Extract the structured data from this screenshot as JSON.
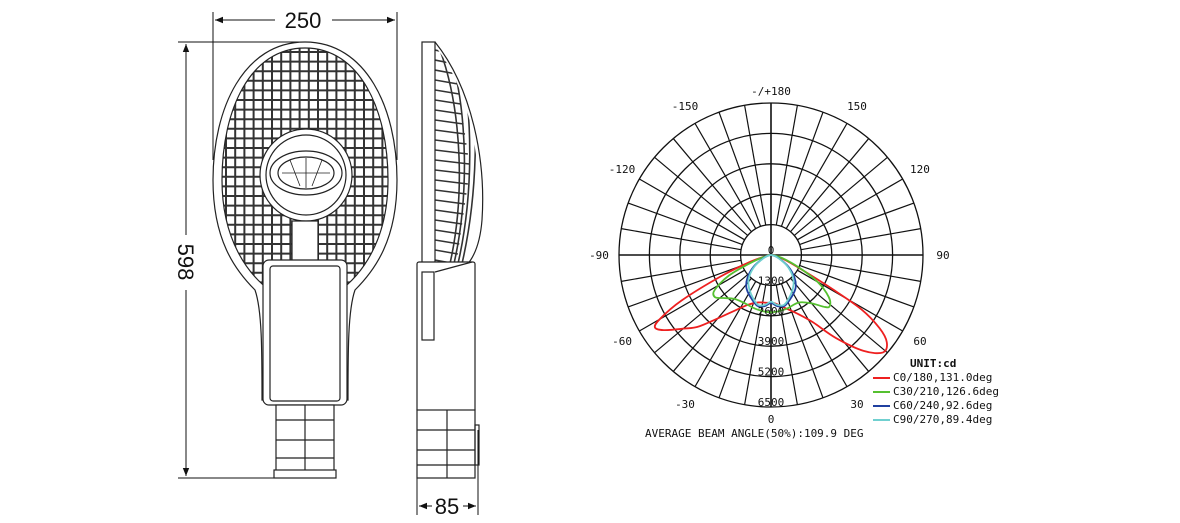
{
  "drawing": {
    "dimension_width": "250",
    "dimension_height": "598",
    "dimension_depth": "85"
  },
  "chart_data": {
    "type": "polar",
    "unit_label": "UNIT:cd",
    "radial_max": 6500,
    "radial_ticks": [
      "0",
      "1300",
      "2600",
      "3900",
      "5200",
      "6500"
    ],
    "radial_tick_values": [
      0,
      1300,
      2600,
      3900,
      5200,
      6500
    ],
    "angle_labels": [
      {
        "text": "-/+180",
        "angle": 180
      },
      {
        "text": "150",
        "angle": 150
      },
      {
        "text": "-150",
        "angle": -150
      },
      {
        "text": "120",
        "angle": 120
      },
      {
        "text": "-120",
        "angle": -120
      },
      {
        "text": "90",
        "angle": 90
      },
      {
        "text": "-90",
        "angle": -90
      },
      {
        "text": "60",
        "angle": 60
      },
      {
        "text": "-60",
        "angle": -60
      },
      {
        "text": "30",
        "angle": 30
      },
      {
        "text": "-30",
        "angle": -30
      },
      {
        "text": "0",
        "angle": 0
      }
    ],
    "footer": "AVERAGE BEAM ANGLE(50%):109.9 DEG",
    "series": [
      {
        "name": "C0/180,131.0deg",
        "color": "#ee2020",
        "points": [
          [
            -90,
            0
          ],
          [
            -80,
            150
          ],
          [
            -72,
            900
          ],
          [
            -67,
            2300
          ],
          [
            -63,
            4300
          ],
          [
            -60,
            5500
          ],
          [
            -58,
            5850
          ],
          [
            -55,
            5600
          ],
          [
            -50,
            4900
          ],
          [
            -45,
            4300
          ],
          [
            -35,
            3000
          ],
          [
            -25,
            2350
          ],
          [
            -15,
            2100
          ],
          [
            -5,
            2050
          ],
          [
            0,
            2050
          ],
          [
            5,
            2080
          ],
          [
            15,
            2350
          ],
          [
            25,
            2800
          ],
          [
            32,
            3400
          ],
          [
            38,
            4500
          ],
          [
            44,
            5700
          ],
          [
            49,
            6350
          ],
          [
            53,
            6200
          ],
          [
            56,
            5600
          ],
          [
            59,
            4500
          ],
          [
            61,
            3000
          ],
          [
            64,
            1600
          ],
          [
            70,
            700
          ],
          [
            80,
            200
          ],
          [
            90,
            0
          ]
        ]
      },
      {
        "name": "C30/210,126.6deg",
        "color": "#55c030",
        "points": [
          [
            -90,
            0
          ],
          [
            -80,
            150
          ],
          [
            -70,
            800
          ],
          [
            -64,
            2000
          ],
          [
            -58,
            2850
          ],
          [
            -53,
            3000
          ],
          [
            -48,
            2750
          ],
          [
            -40,
            2450
          ],
          [
            -30,
            2350
          ],
          [
            -15,
            2400
          ],
          [
            0,
            2450
          ],
          [
            15,
            2400
          ],
          [
            30,
            2350
          ],
          [
            40,
            2700
          ],
          [
            46,
            3200
          ],
          [
            49,
            3330
          ],
          [
            54,
            3050
          ],
          [
            60,
            2300
          ],
          [
            66,
            1300
          ],
          [
            75,
            500
          ],
          [
            85,
            100
          ],
          [
            90,
            0
          ]
        ]
      },
      {
        "name": "C60/240,92.6deg",
        "color": "#2040a0",
        "points": [
          [
            -90,
            0
          ],
          [
            -80,
            80
          ],
          [
            -68,
            350
          ],
          [
            -56,
            900
          ],
          [
            -46,
            1400
          ],
          [
            -37,
            1750
          ],
          [
            -27,
            1980
          ],
          [
            -15,
            2250
          ],
          [
            -7,
            2200
          ],
          [
            0,
            2050
          ],
          [
            7,
            2200
          ],
          [
            15,
            2250
          ],
          [
            27,
            1980
          ],
          [
            37,
            1750
          ],
          [
            46,
            1400
          ],
          [
            56,
            900
          ],
          [
            68,
            350
          ],
          [
            80,
            80
          ],
          [
            90,
            0
          ]
        ]
      },
      {
        "name": "C90/270,89.4deg",
        "color": "#70d0d0",
        "points": [
          [
            -90,
            0
          ],
          [
            -80,
            70
          ],
          [
            -68,
            320
          ],
          [
            -56,
            820
          ],
          [
            -46,
            1280
          ],
          [
            -37,
            1600
          ],
          [
            -27,
            1880
          ],
          [
            -15,
            2200
          ],
          [
            -7,
            2150
          ],
          [
            0,
            2000
          ],
          [
            7,
            2150
          ],
          [
            15,
            2200
          ],
          [
            27,
            1880
          ],
          [
            37,
            1600
          ],
          [
            46,
            1280
          ],
          [
            56,
            820
          ],
          [
            68,
            320
          ],
          [
            80,
            70
          ],
          [
            90,
            0
          ]
        ]
      }
    ]
  }
}
